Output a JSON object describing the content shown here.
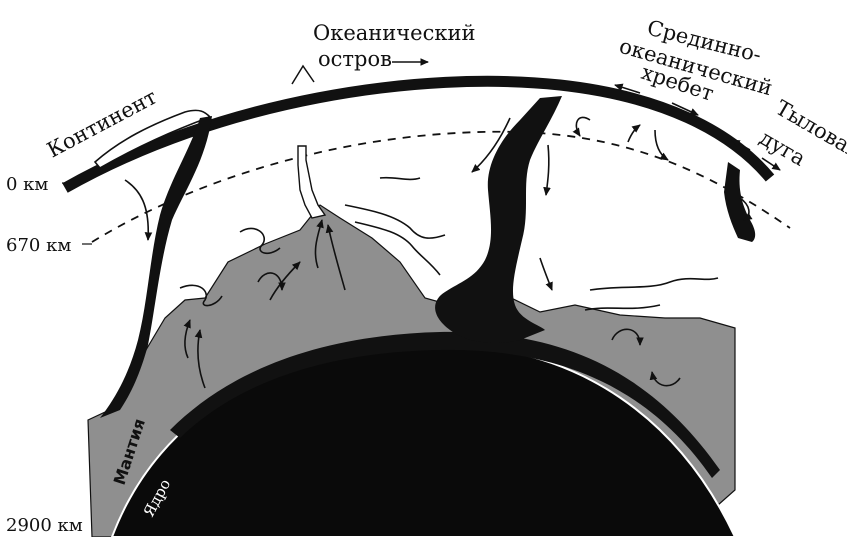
{
  "labels": {
    "continent": "Континент",
    "ocean_island_1": "Океанический",
    "ocean_island_2": "остров",
    "ridge_1": "Срединно-",
    "ridge_2": "океанический",
    "ridge_3": "хребет",
    "backarc_1": "Тыловая",
    "backarc_2": "дуга",
    "mantle": "Мантия",
    "core": "Ядро"
  },
  "depths": {
    "surface": "0 км",
    "transition": "670 км",
    "core_boundary": "2900 км"
  },
  "colors": {
    "mantle": "#8f8f8f",
    "slab": "#111111",
    "core": "#0a0a0a",
    "background": "#ffffff"
  }
}
